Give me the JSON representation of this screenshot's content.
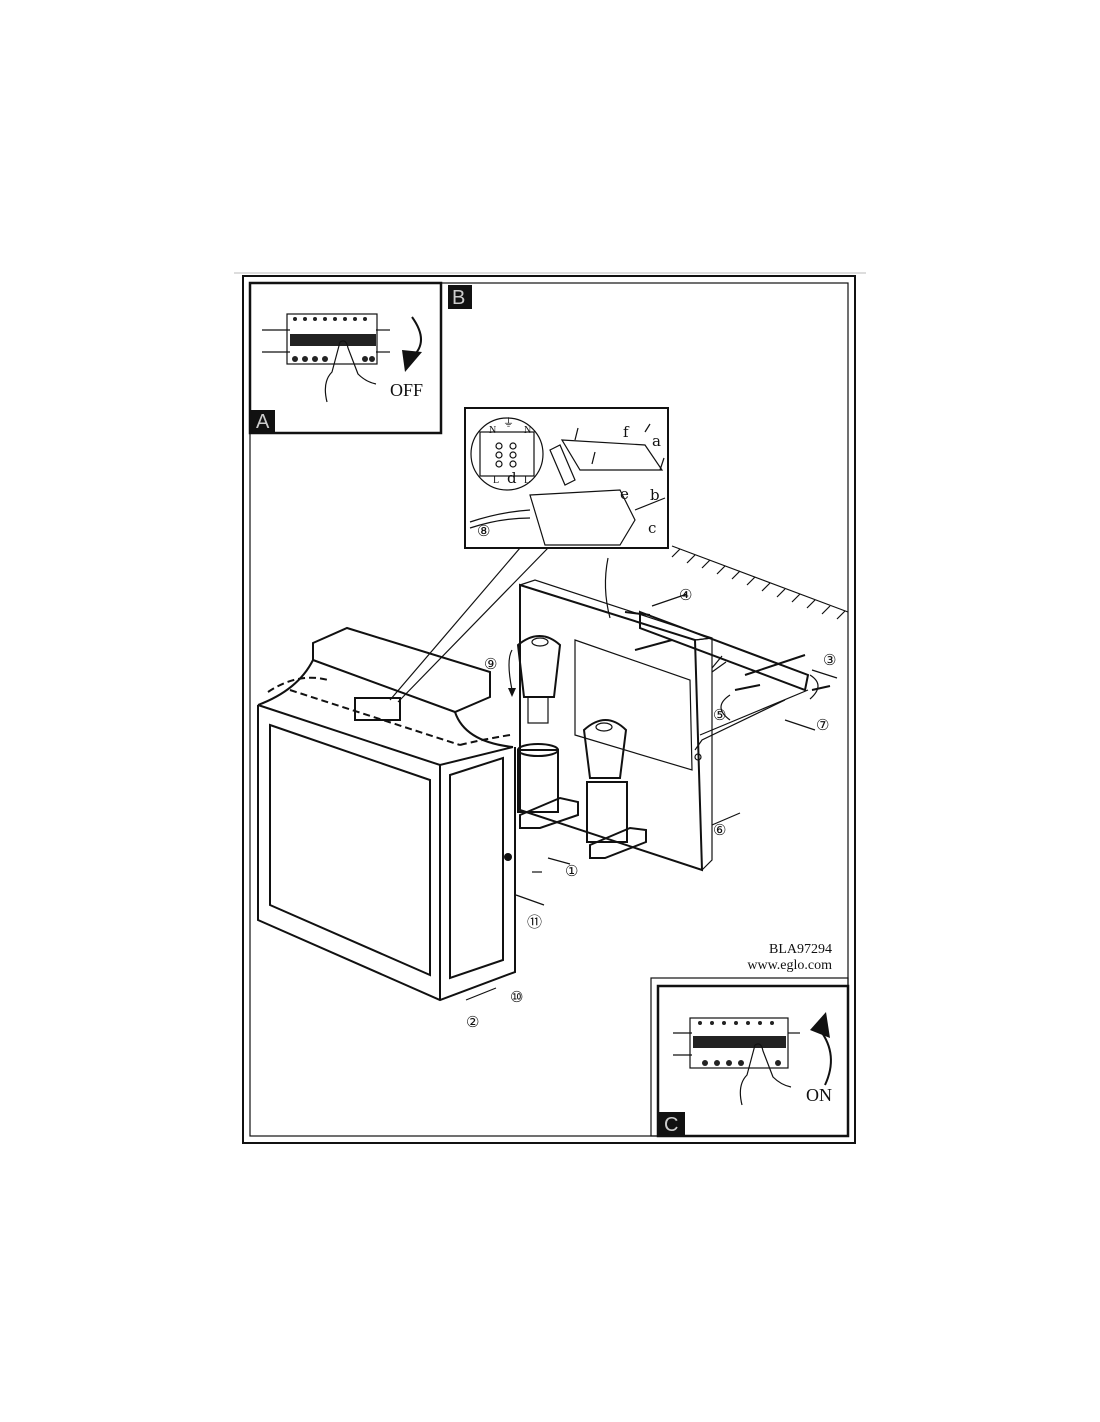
{
  "panel_a": {
    "label": "A",
    "action": "OFF"
  },
  "panel_b": {
    "label": "B"
  },
  "panel_c": {
    "label": "C",
    "action": "ON"
  },
  "detail": {
    "step": "⑧",
    "terminals": [
      "N",
      "N",
      "L",
      "L"
    ],
    "letters": [
      "a",
      "b",
      "c",
      "d",
      "e",
      "f"
    ]
  },
  "steps": [
    "①",
    "②",
    "③",
    "④",
    "⑤",
    "⑥",
    "⑦",
    "⑨",
    "⑩",
    "⑪"
  ],
  "footer": {
    "code": "BLA97294",
    "website": "www.eglo.com"
  }
}
